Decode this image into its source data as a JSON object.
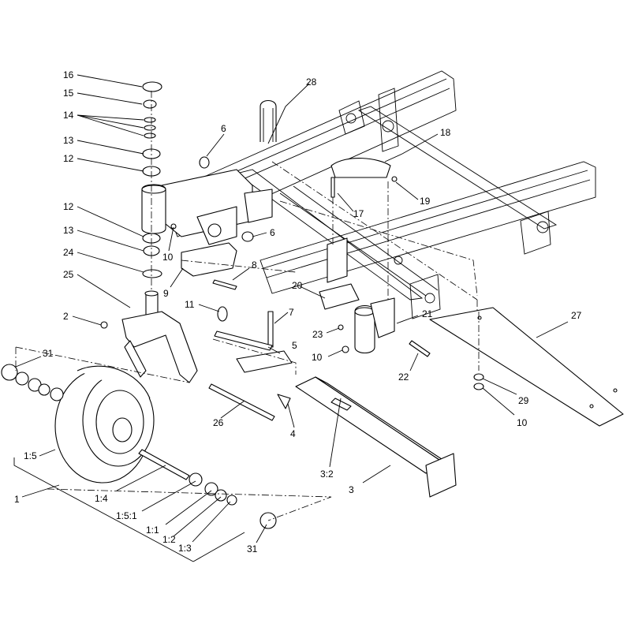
{
  "callouts": [
    {
      "id": "c-16",
      "text": "16"
    },
    {
      "id": "c-15",
      "text": "15"
    },
    {
      "id": "c-14",
      "text": "14"
    },
    {
      "id": "c-13a",
      "text": "13"
    },
    {
      "id": "c-12a",
      "text": "12"
    },
    {
      "id": "c-12b",
      "text": "12"
    },
    {
      "id": "c-13b",
      "text": "13"
    },
    {
      "id": "c-24",
      "text": "24"
    },
    {
      "id": "c-25",
      "text": "25"
    },
    {
      "id": "c-2",
      "text": "2"
    },
    {
      "id": "c-31a",
      "text": "31"
    },
    {
      "id": "c-1-5",
      "text": "1:5"
    },
    {
      "id": "c-1",
      "text": "1"
    },
    {
      "id": "c-1-4",
      "text": "1:4"
    },
    {
      "id": "c-1-5-1",
      "text": "1:5:1"
    },
    {
      "id": "c-1-1",
      "text": "1:1"
    },
    {
      "id": "c-1-2",
      "text": "1:2"
    },
    {
      "id": "c-1-3",
      "text": "1:3"
    },
    {
      "id": "c-31b",
      "text": "31"
    },
    {
      "id": "c-26",
      "text": "26"
    },
    {
      "id": "c-4",
      "text": "4"
    },
    {
      "id": "c-3-2",
      "text": "3:2"
    },
    {
      "id": "c-3",
      "text": "3"
    },
    {
      "id": "c-28",
      "text": "28"
    },
    {
      "id": "c-6a",
      "text": "6"
    },
    {
      "id": "c-6b",
      "text": "6"
    },
    {
      "id": "c-10a",
      "text": "10"
    },
    {
      "id": "c-8",
      "text": "8"
    },
    {
      "id": "c-9",
      "text": "9"
    },
    {
      "id": "c-11",
      "text": "11"
    },
    {
      "id": "c-7",
      "text": "7"
    },
    {
      "id": "c-5",
      "text": "5"
    },
    {
      "id": "c-10b",
      "text": "10"
    },
    {
      "id": "c-18",
      "text": "18"
    },
    {
      "id": "c-19",
      "text": "19"
    },
    {
      "id": "c-17",
      "text": "17"
    },
    {
      "id": "c-20",
      "text": "20"
    },
    {
      "id": "c-23",
      "text": "23"
    },
    {
      "id": "c-21",
      "text": "21"
    },
    {
      "id": "c-22",
      "text": "22"
    },
    {
      "id": "c-27",
      "text": "27"
    },
    {
      "id": "c-29",
      "text": "29"
    },
    {
      "id": "c-10c",
      "text": "10"
    }
  ]
}
